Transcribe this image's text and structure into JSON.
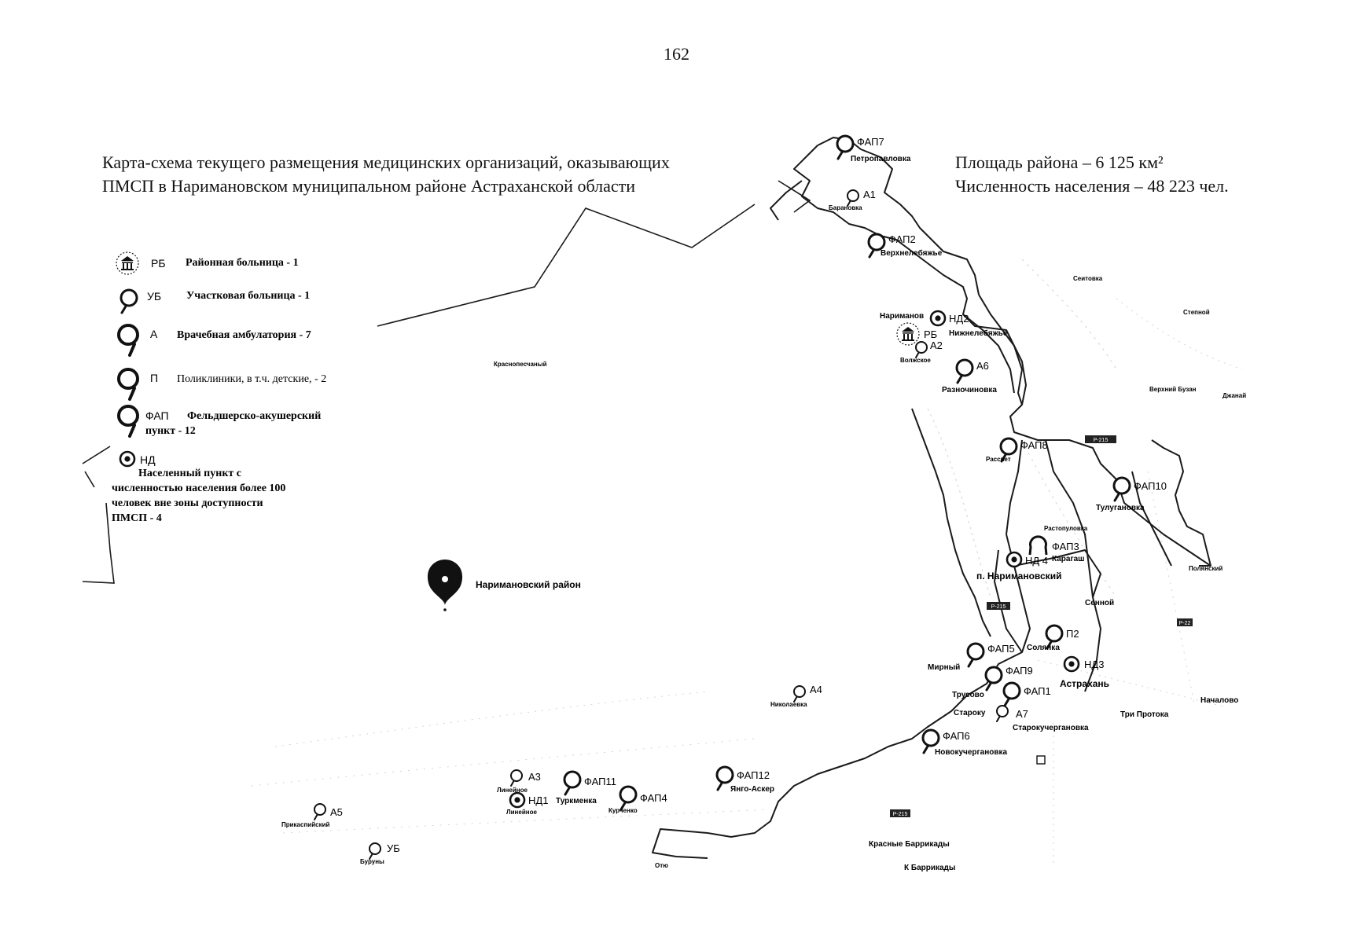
{
  "page_number": "162",
  "title": {
    "line1": "Карта-схема текущего размещения медицинских организаций, оказывающих",
    "line2": "ПМСП в Наримановском муниципальном районе Астраханской области"
  },
  "stats": {
    "area": "Площадь района – 6 125 км²",
    "population": "Численность населения – 48 223 чел."
  },
  "legend": {
    "rb_code": "РБ",
    "rb_label": "Районная больница - 1",
    "ub_code": "УБ",
    "ub_label": "Участковая больница - 1",
    "a_code": "А",
    "a_label": "Врачебная амбулатория - 7",
    "p_code": "П",
    "p_label": "Поликлиники, в т.ч. детские, - 2",
    "fap_code": "ФАП",
    "fap_label_1": "Фельдшерско-акушерский",
    "fap_label_2": "пункт - 12",
    "nd_code": "НД",
    "nd_label_1": "Населенный пункт с",
    "nd_label_2": "численностью населения более 100",
    "nd_label_3": "человек вне зоны доступности",
    "nd_label_4": "ПМСП - 4"
  },
  "district_label": "Наримановский район",
  "markers": [
    {
      "code": "ФАП7",
      "place": "Петропавловка"
    },
    {
      "code": "А1",
      "place": "Барановка"
    },
    {
      "code": "ФАП2",
      "place": "Верхнелебяжье"
    },
    {
      "code": "НД2",
      "place": "Нижнелебяжье"
    },
    {
      "code": "РБ",
      "place": "Нариманов"
    },
    {
      "code": "А2",
      "place": "Волжское"
    },
    {
      "code": "А6",
      "place": "Разночиновка"
    },
    {
      "code": "ФАП8",
      "place": "Рассвет"
    },
    {
      "code": "ФАП10",
      "place": "Тулугановка"
    },
    {
      "code": "ФАП3",
      "place": "Карагаш"
    },
    {
      "code": "НД 4",
      "place": "п. Наримановский"
    },
    {
      "code": "П2",
      "place": "Солянка"
    },
    {
      "code": "ФАП5",
      "place": "Мирный"
    },
    {
      "code": "НД3",
      "place": ""
    },
    {
      "code": "ФАП9",
      "place": "Трусово"
    },
    {
      "code": "ФАП1",
      "place": "Астрахань"
    },
    {
      "code": "А7",
      "place": "Старокучергановка"
    },
    {
      "code": "ФАП6",
      "place": "Новокучергановка"
    },
    {
      "code": "А4",
      "place": "Николаевка"
    },
    {
      "code": "ФАП12",
      "place": "Янго-Аскер"
    },
    {
      "code": "ФАП11",
      "place": "Туркменка"
    },
    {
      "code": "ФАП4",
      "place": "Курченко"
    },
    {
      "code": "А3",
      "place": "Линейное"
    },
    {
      "code": "НД1",
      "place": "Линейное"
    },
    {
      "code": "А5",
      "place": "Прикаспийский"
    },
    {
      "code": "УБ",
      "place": "Буруны"
    }
  ],
  "places": {
    "seitovka": "Сеитовка",
    "stepnoy": "Степной",
    "verkhniy_buzan": "Верхний Бузан",
    "dzhanay": "Джанай",
    "krasnopeschany": "Краснопесчаный",
    "rastopulovka": "Растопуловка",
    "polyanskiy": "Полянский",
    "sennoy": "Сенной",
    "staroku": "Староку",
    "tri_protoka": "Три Протока",
    "nachalovo": "Началово",
    "krasnye_barrikady": "Красные Баррикады",
    "k_barrikady": "К Баррикады",
    "otu": "Отю"
  },
  "road_signs": [
    "Р-215",
    "Р-215",
    "Р-215",
    "Р-22"
  ],
  "colors": {
    "ink": "#111111",
    "boundary": "#1a1a1a",
    "faint": "#c8c8c8"
  }
}
